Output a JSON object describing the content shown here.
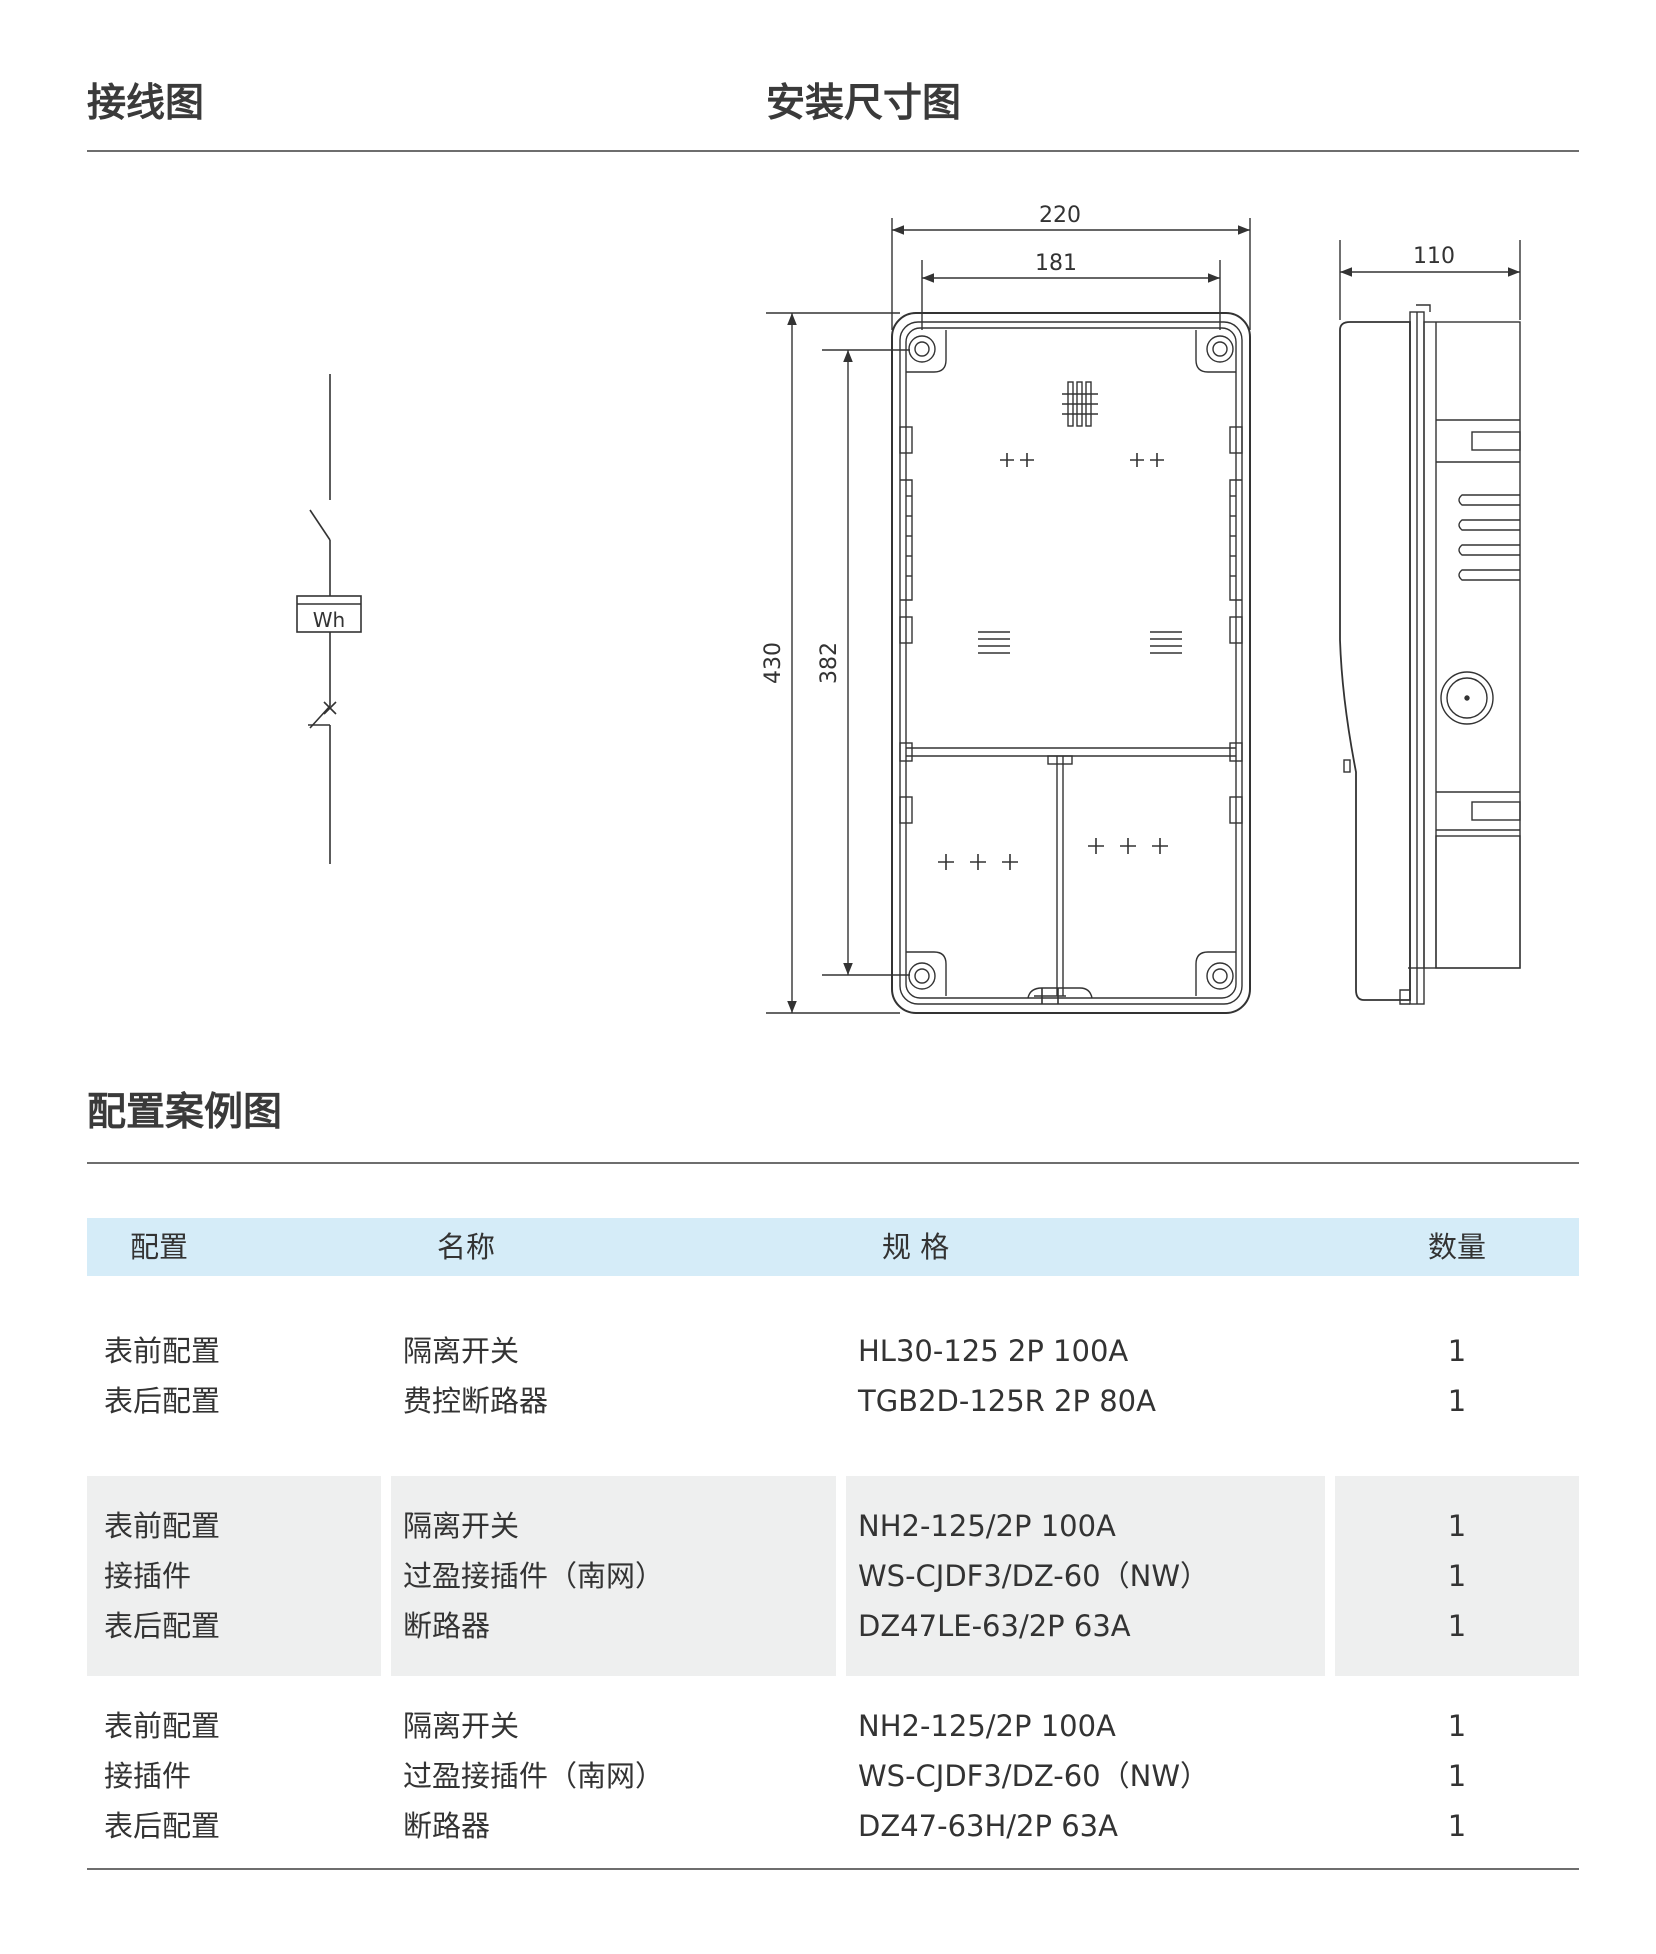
{
  "headings": {
    "wiring": "接线图",
    "install": "安装尺寸图",
    "config": "配置案例图"
  },
  "wiring_diagram": {
    "meter_label": "Wh"
  },
  "dimensions": {
    "width_outer": "220",
    "width_inner": "181",
    "depth": "110",
    "height_outer": "430",
    "height_inner": "382"
  },
  "table": {
    "headers": [
      "配置",
      "名称",
      "规 格",
      "数量"
    ],
    "groups": [
      {
        "shaded": false,
        "rows": [
          {
            "config": "表前配置",
            "name": "隔离开关",
            "spec": "HL30-125 2P 100A",
            "qty": "1"
          },
          {
            "config": "表后配置",
            "name": "费控断路器",
            "spec": "TGB2D-125R 2P 80A",
            "qty": "1"
          }
        ]
      },
      {
        "shaded": true,
        "rows": [
          {
            "config": "表前配置",
            "name": "隔离开关",
            "spec": "NH2-125/2P 100A",
            "qty": "1"
          },
          {
            "config": "接插件",
            "name": "过盈接插件（南网）",
            "spec": "WS-CJDF3/DZ-60（NW）",
            "qty": "1"
          },
          {
            "config": "表后配置",
            "name": "断路器",
            "spec": "DZ47LE-63/2P 63A",
            "qty": "1"
          }
        ]
      },
      {
        "shaded": false,
        "rows": [
          {
            "config": "表前配置",
            "name": "隔离开关",
            "spec": "NH2-125/2P 100A",
            "qty": "1"
          },
          {
            "config": "接插件",
            "name": "过盈接插件（南网）",
            "spec": "WS-CJDF3/DZ-60（NW）",
            "qty": "1"
          },
          {
            "config": "表后配置",
            "name": "断路器",
            "spec": "DZ47-63H/2P 63A",
            "qty": "1"
          }
        ]
      }
    ]
  }
}
